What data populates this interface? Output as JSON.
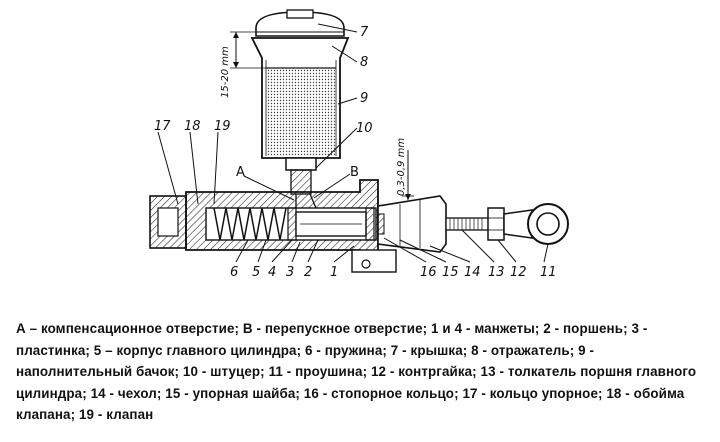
{
  "figure": {
    "callouts": {
      "n1": "1",
      "n2": "2",
      "n3": "3",
      "n4": "4",
      "n5": "5",
      "n6": "6",
      "n7": "7",
      "n8": "8",
      "n9": "9",
      "n10": "10",
      "n11": "11",
      "n12": "12",
      "n13": "13",
      "n14": "14",
      "n15": "15",
      "n16": "16",
      "n17": "17",
      "n18": "18",
      "n19": "19",
      "A": "A",
      "B": "B"
    },
    "dimension_fluid": "15-20 mm",
    "dimension_gap": "0,3-0,9 mm"
  },
  "caption": "А – компенсационное отверстие; В - перепускное отверстие; 1 и 4 - манжеты; 2 - поршень; 3 - пластинка; 5 – корпус главного цилиндра; 6 - пружина; 7 - крышка; 8 - отражатель; 9 - наполнительный бачок; 10 - штуцер; 11 - проушина; 12 - контргайка; 13 - толкатель поршня главного цилиндра; 14 - чехол; 15 - упорная шайба; 16 - стопорное кольцо; 17 - кольцо упорное; 18 - обойма клапана; 19 - клапан"
}
